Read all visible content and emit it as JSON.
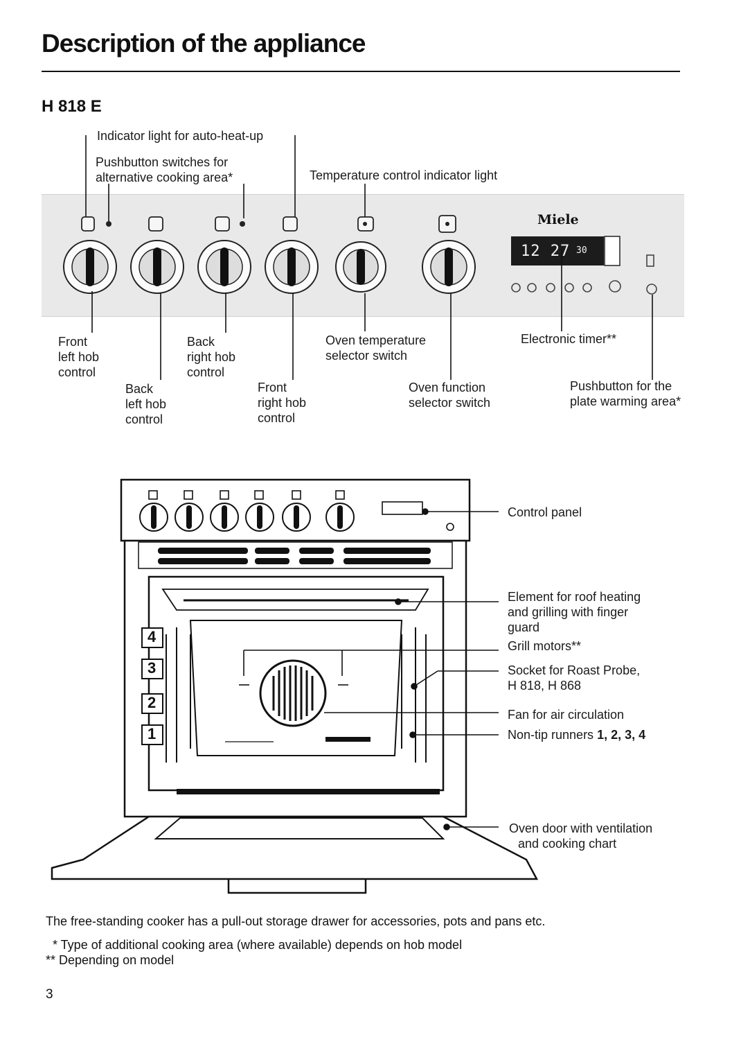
{
  "page": {
    "title": "Description of the appliance",
    "model": "H 818 E",
    "page_number": "3"
  },
  "top_labels": {
    "indicator_autoheat": "Indicator light for auto-heat-up",
    "pushbutton_alt_1": "Pushbutton switches for",
    "pushbutton_alt_2": "alternative cooking area*",
    "temp_indicator": "Temperature control indicator light"
  },
  "bottom_labels": {
    "front_left_1": "Front",
    "front_left_2": "left hob",
    "front_left_3": "control",
    "back_right_1": "Back",
    "back_right_2": "right hob",
    "back_right_3": "control",
    "back_left_1": "Back",
    "back_left_2": "left hob",
    "back_left_3": "control",
    "front_right_1": "Front",
    "front_right_2": "right hob",
    "front_right_3": "control",
    "oven_temp_1": "Oven temperature",
    "oven_temp_2": "selector switch",
    "oven_func_1": "Oven function",
    "oven_func_2": "selector switch",
    "timer": "Electronic timer**",
    "plate_warm_1": "Pushbutton for the",
    "plate_warm_2": "plate warming area*"
  },
  "panel": {
    "brand": "Miele",
    "timer_display": "12 27",
    "timer_seconds": "30"
  },
  "oven_labels": {
    "control_panel": "Control panel",
    "roof_heating_1": "Element for roof heating",
    "roof_heating_2": "and grilling with finger",
    "roof_heating_3": "guard",
    "grill_motors": "Grill motors**",
    "socket_1": "Socket for Roast Probe,",
    "socket_2": "H 818, H 868",
    "fan": "Fan for air circulation",
    "runners_prefix": "Non-tip runners ",
    "runners_numbers": "1, 2, 3, 4",
    "door_1": "Oven door with ventilation",
    "door_2": "and cooking chart"
  },
  "runner_levels": [
    "4",
    "3",
    "2",
    "1"
  ],
  "footer": {
    "drawer_text": "The free-standing cooker has a pull-out storage drawer for accessories, pots and pans etc.",
    "note_1": "* Type of additional cooking area (where available) depends on hob model",
    "note_2": "** Depending on model"
  }
}
